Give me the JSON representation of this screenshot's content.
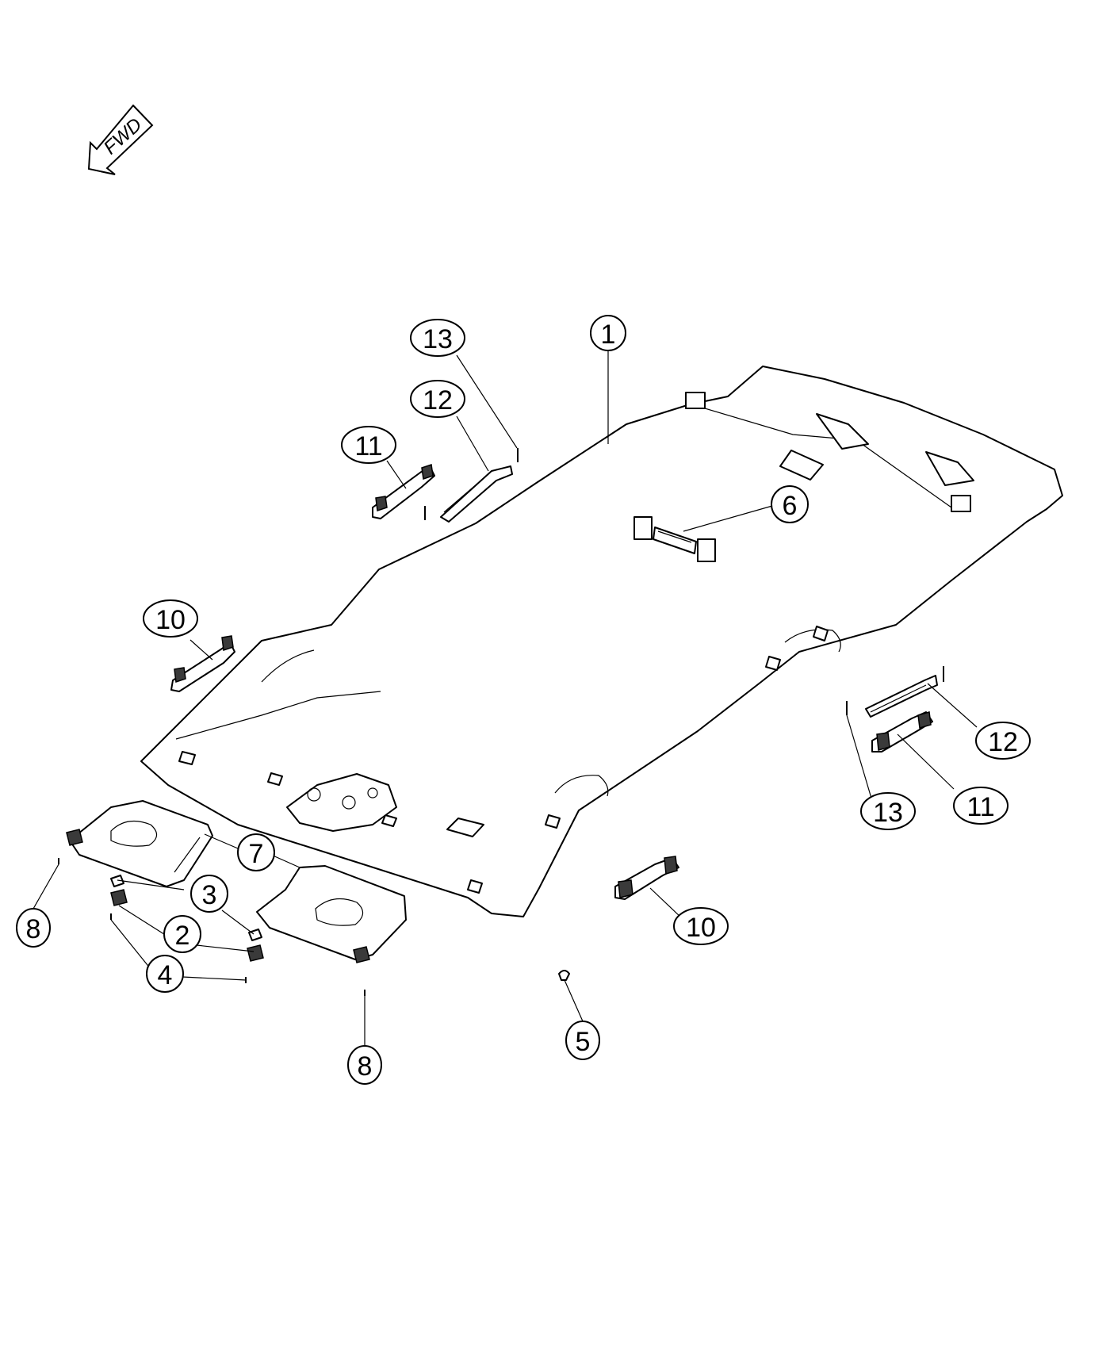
{
  "fwd_label": "FWD",
  "callouts": [
    {
      "id": "c1",
      "text": "1"
    },
    {
      "id": "c13a",
      "text": "13"
    },
    {
      "id": "c12a",
      "text": "12"
    },
    {
      "id": "c11a",
      "text": "11"
    },
    {
      "id": "c6",
      "text": "6"
    },
    {
      "id": "c10a",
      "text": "10"
    },
    {
      "id": "c12b",
      "text": "12"
    },
    {
      "id": "c13b",
      "text": "13"
    },
    {
      "id": "c11b",
      "text": "11"
    },
    {
      "id": "c7",
      "text": "7"
    },
    {
      "id": "c3",
      "text": "3"
    },
    {
      "id": "c2",
      "text": "2"
    },
    {
      "id": "c4",
      "text": "4"
    },
    {
      "id": "c8a",
      "text": "8"
    },
    {
      "id": "c8b",
      "text": "8"
    },
    {
      "id": "c10b",
      "text": "10"
    },
    {
      "id": "c5",
      "text": "5"
    }
  ]
}
